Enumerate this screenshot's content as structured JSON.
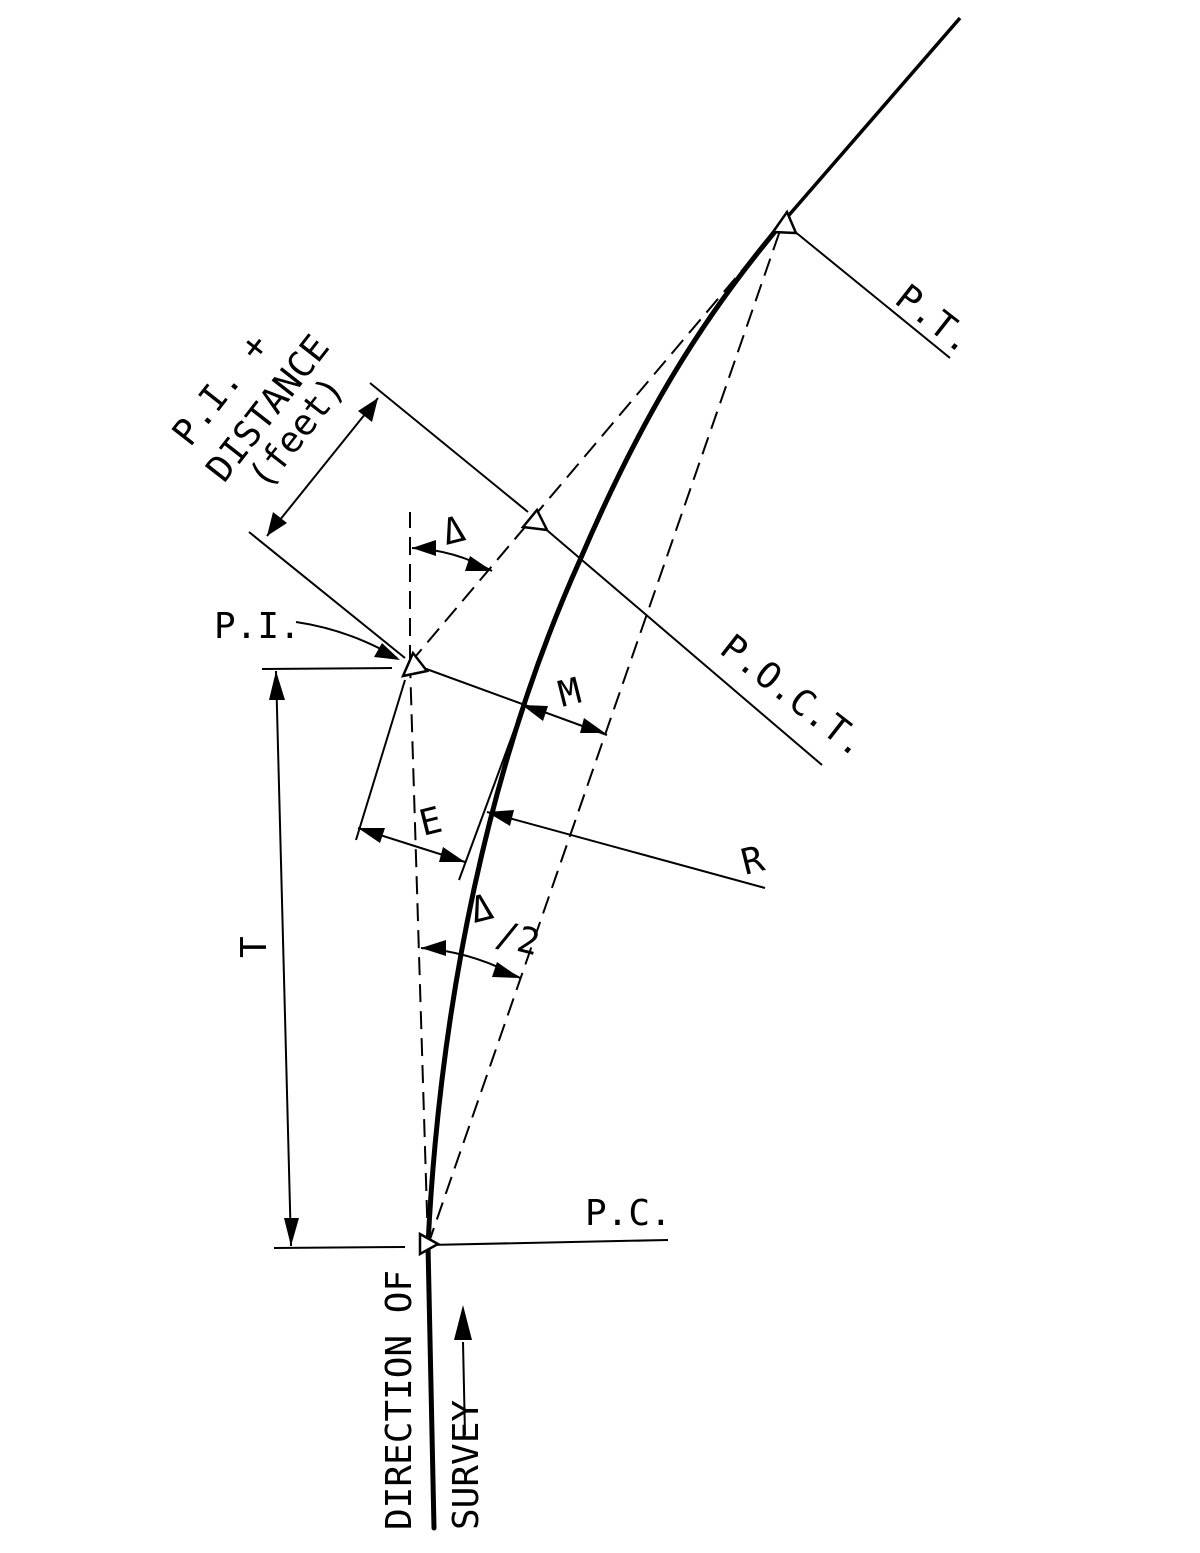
{
  "labels": {
    "pt": "P.T.",
    "pi_distance_line1": "P.I. +",
    "pi_distance_line2": "DISTANCE",
    "pi_distance_line3": "(feet)",
    "delta": "Δ",
    "pi": "P.I.",
    "poct": "P.O.C.T.",
    "m": "M",
    "e": "E",
    "r": "R",
    "half_delta_num": "Δ",
    "half_delta_den": "/2",
    "t": "T",
    "pc": "P.C.",
    "direction_of": "DIRECTION OF",
    "survey": "SURVEY"
  },
  "colors": {
    "line": "#000000",
    "background": "#ffffff"
  }
}
